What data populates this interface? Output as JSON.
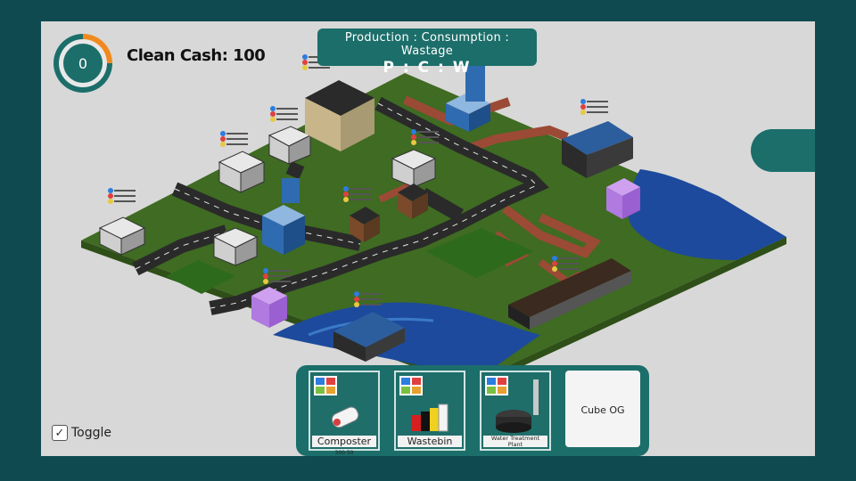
{
  "hud": {
    "score_ring_value": "0",
    "score_ring_fill": 0.25,
    "cash_label": "Clean Cash: 100",
    "pcw_heading": "Production : Consumption : Wastage",
    "pcw_value": "P : C : W"
  },
  "toggle": {
    "label": "Toggle",
    "checked": true
  },
  "shelf": {
    "items": [
      {
        "label": "Composter",
        "cost": "300 50"
      },
      {
        "label": "Wastebin"
      },
      {
        "label": "Water Treatment Plant"
      },
      {
        "label": "Cube OG"
      }
    ]
  },
  "colors": {
    "frame": "#0e4a4f",
    "panel": "#1c6e6a",
    "ring_accent": "#f08a1e",
    "grass": "#3f6b22",
    "road": "#2a2a2a",
    "dirt_path": "#9b4a36",
    "water": "#1c3f8f",
    "cube": "#b07ae0"
  }
}
